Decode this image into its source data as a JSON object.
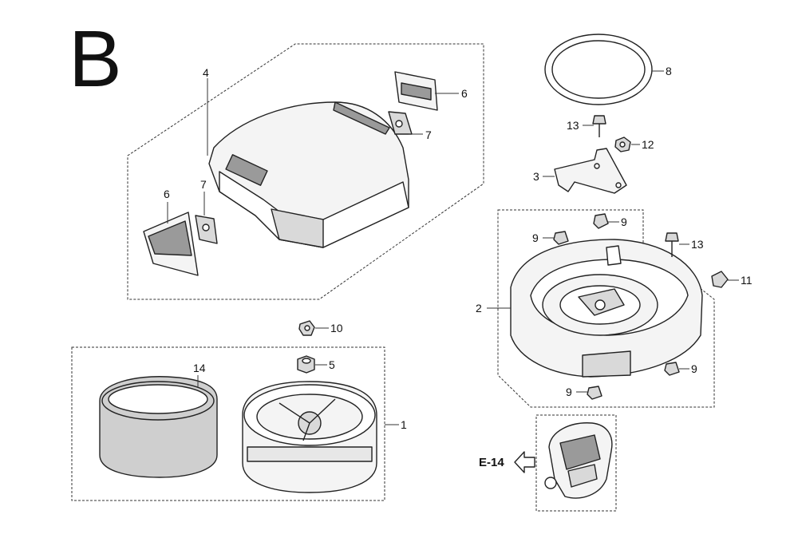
{
  "diagram": {
    "section_letter": "B",
    "callouts": {
      "c1": "1",
      "c2": "2",
      "c3": "3",
      "c4": "4",
      "c5": "5",
      "c6_right": "6",
      "c6_left": "6",
      "c7_right": "7",
      "c7_left": "7",
      "c8": "8",
      "c9_a": "9",
      "c9_b": "9",
      "c9_c": "9",
      "c9_d": "9",
      "c10": "10",
      "c11": "11",
      "c12": "12",
      "c13_a": "13",
      "c13_b": "13",
      "c14": "14"
    },
    "reference": {
      "label": "E-14",
      "arrow_icon": "arrow-left-outline-icon"
    },
    "colors": {
      "line": "#222222",
      "background": "#ffffff"
    }
  }
}
